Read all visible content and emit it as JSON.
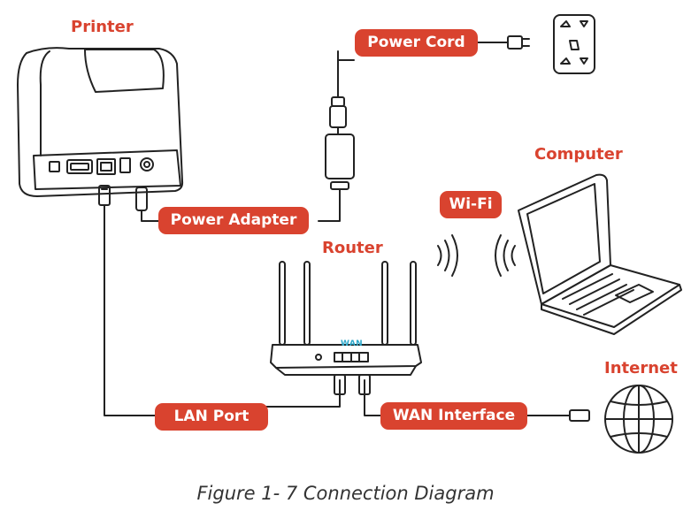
{
  "devices": {
    "printer": "Printer",
    "computer": "Computer",
    "router": "Router",
    "internet": "Internet"
  },
  "connections": {
    "power_cord": "Power Cord",
    "power_adapter": "Power Adapter",
    "wifi": "Wi-Fi",
    "lan_port": "LAN Port",
    "wan_interface": "WAN Interface"
  },
  "router_port_label": "WAN",
  "caption": "Figure 1- 7 Connection Diagram",
  "colors": {
    "accent": "#d9432f",
    "wan_text": "#2aa6c9",
    "line": "#222222"
  },
  "icons": [
    "printer-icon",
    "power-outlet-icon",
    "plug-icon",
    "power-adapter-icon",
    "laptop-icon",
    "router-icon",
    "globe-icon",
    "wifi-waves-icon",
    "rj45-connector-icon"
  ]
}
